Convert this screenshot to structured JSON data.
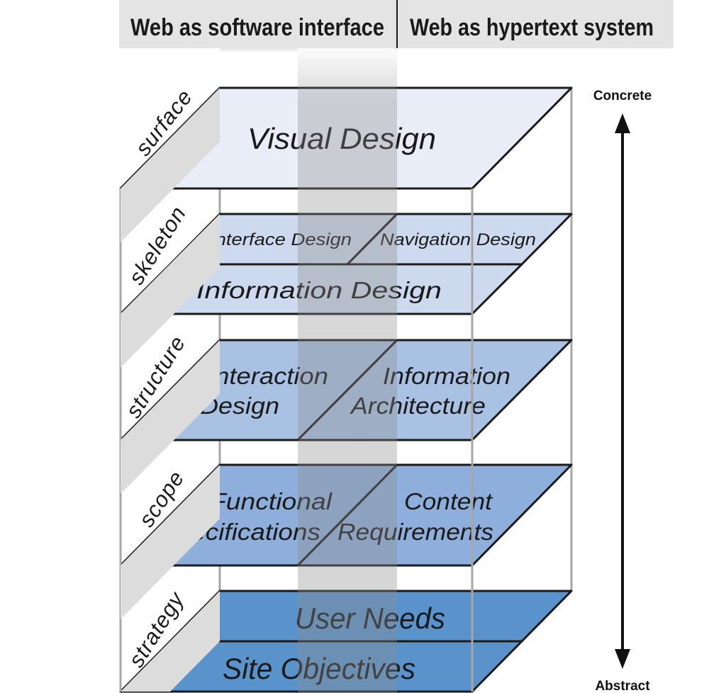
{
  "header": {
    "left": "Web as software interface",
    "right": "Web as hypertext system"
  },
  "axis": {
    "top": "Concrete",
    "bottom": "Abstract"
  },
  "planes": {
    "surface": {
      "name": "surface",
      "label": "Visual Design",
      "color": "#e9edf7"
    },
    "skeleton": {
      "name": "skeleton",
      "left": "Interface Design",
      "right": "Navigation Design",
      "bottom": "Information Design",
      "color": "#cdd9ee"
    },
    "structure": {
      "name": "structure",
      "left_line1": "Interaction",
      "left_line2": "Design",
      "right_line1": "Information",
      "right_line2": "Architecture",
      "color": "#a9c1e3"
    },
    "scope": {
      "name": "scope",
      "left_line1": "Functional",
      "left_line2": "Specifications",
      "right_line1": "Content",
      "right_line2": "Requirements",
      "color": "#8eafdb"
    },
    "strategy": {
      "name": "strategy",
      "top": "User Needs",
      "bottom": "Site Objectives",
      "color": "#5a93cc"
    }
  },
  "colors": {
    "header_bg": "#e4e4e4",
    "column_shade": "#8a8a8a",
    "outline": "#1a1a1a"
  }
}
